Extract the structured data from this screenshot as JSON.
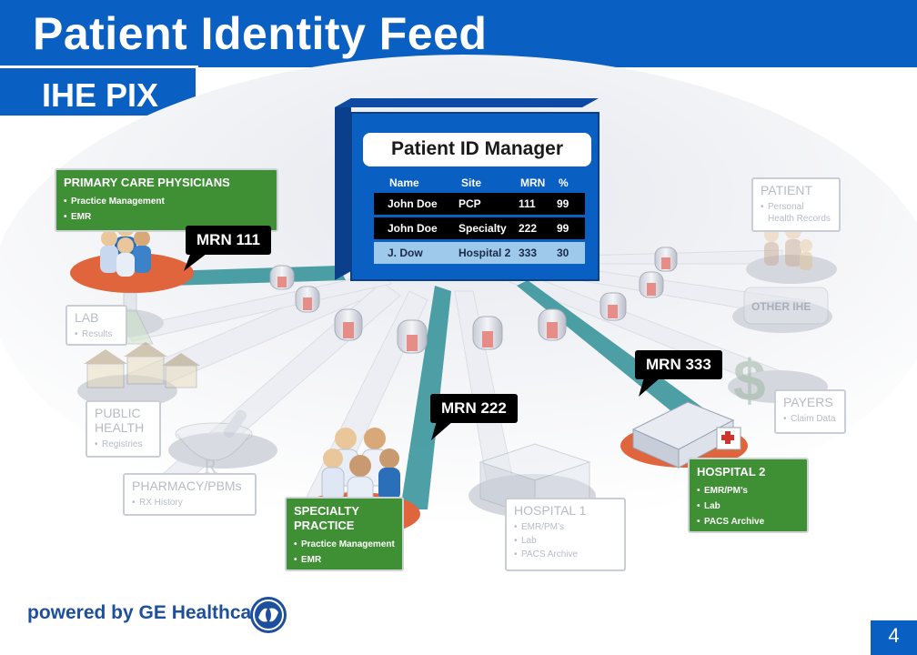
{
  "slide": {
    "title": "Patient Identity Feed",
    "subtitle": "IHE PIX",
    "page_number": "4",
    "footer": "powered by GE Healthcare"
  },
  "colors": {
    "brand_blue": "#0a5fc2",
    "green_card": "#3f8f35",
    "grey_text": "#b6bcc6",
    "orange_disc": "#e0643c"
  },
  "manager": {
    "title": "Patient ID Manager",
    "columns": [
      "Name",
      "Site",
      "MRN",
      "%"
    ],
    "rows": [
      {
        "name": "John Doe",
        "site": "PCP",
        "mrn": "111",
        "pct": "99"
      },
      {
        "name": "John Doe",
        "site": "Specialty",
        "mrn": "222",
        "pct": "99"
      },
      {
        "name": "J. Dow",
        "site": "Hospital 2",
        "mrn": "333",
        "pct": "30"
      }
    ]
  },
  "bubbles": {
    "pcp": "MRN 111",
    "specialty": "MRN 222",
    "hospital2": "MRN 333"
  },
  "cards": {
    "pcp": {
      "title": "PRIMARY CARE PHYSICIANS",
      "items": [
        "Practice Management",
        "EMR"
      ]
    },
    "specialty": {
      "title_l1": "SPECIALTY",
      "title_l2": "PRACTICE",
      "items": [
        "Practice Management",
        "EMR"
      ]
    },
    "hospital2": {
      "title": "HOSPITAL 2",
      "items": [
        "EMR/PM’s",
        "Lab",
        "PACS Archive"
      ]
    },
    "hospital1": {
      "title": "HOSPITAL 1",
      "items": [
        "EMR/PM’s",
        "Lab",
        "PACS Archive"
      ]
    },
    "lab": {
      "title": "LAB",
      "items": [
        "Results"
      ]
    },
    "public_health": {
      "title_l1": "PUBLIC",
      "title_l2": "HEALTH",
      "items": [
        "Registries"
      ]
    },
    "pharmacy": {
      "title": "PHARMACY/PBMs",
      "items": [
        "RX History"
      ]
    },
    "patient": {
      "title": "PATIENT",
      "item_l1": "Personal",
      "item_l2": "Health Records"
    },
    "other_ihe": {
      "title": "OTHER IHE"
    },
    "payers": {
      "title": "PAYERS",
      "items": [
        "Claim Data"
      ]
    }
  },
  "icons": [
    "people-group-icon",
    "flask-icon",
    "houses-icon",
    "mortar-pestle-icon",
    "hospital-building-icon",
    "dollar-sign-icon",
    "data-cylinder-icon",
    "ge-logo-icon"
  ]
}
